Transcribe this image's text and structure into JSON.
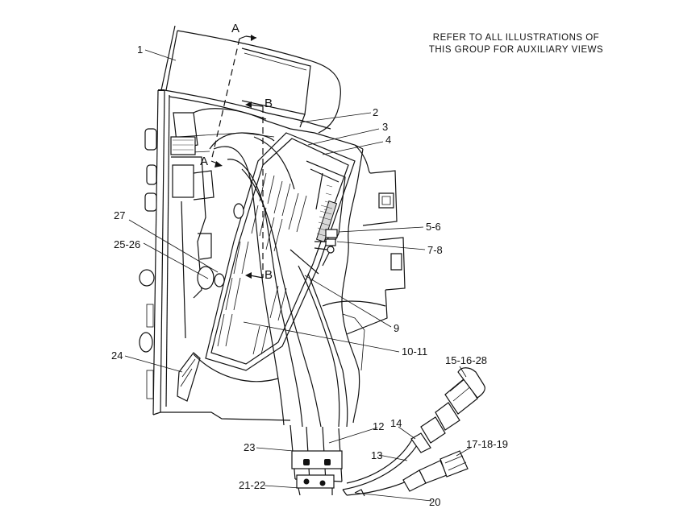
{
  "note": {
    "line1": "REFER TO ALL ILLUSTRATIONS OF",
    "line2": "THIS GROUP FOR AUXILIARY VIEWS"
  },
  "section_markers": {
    "a_top": "A",
    "a_bottom": "A",
    "b_top": "B",
    "b_bottom": "B"
  },
  "callouts": {
    "c1": "1",
    "c2": "2",
    "c3": "3",
    "c4": "4",
    "c5_6": "5-6",
    "c7_8": "7-8",
    "c9": "9",
    "c10_11": "10-11",
    "c12": "12",
    "c13": "13",
    "c14": "14",
    "c15_16_28": "15-16-28",
    "c17_18_19": "17-18-19",
    "c20": "20",
    "c21_22": "21-22",
    "c23": "23",
    "c24": "24",
    "c25_26": "25-26",
    "c27": "27"
  }
}
